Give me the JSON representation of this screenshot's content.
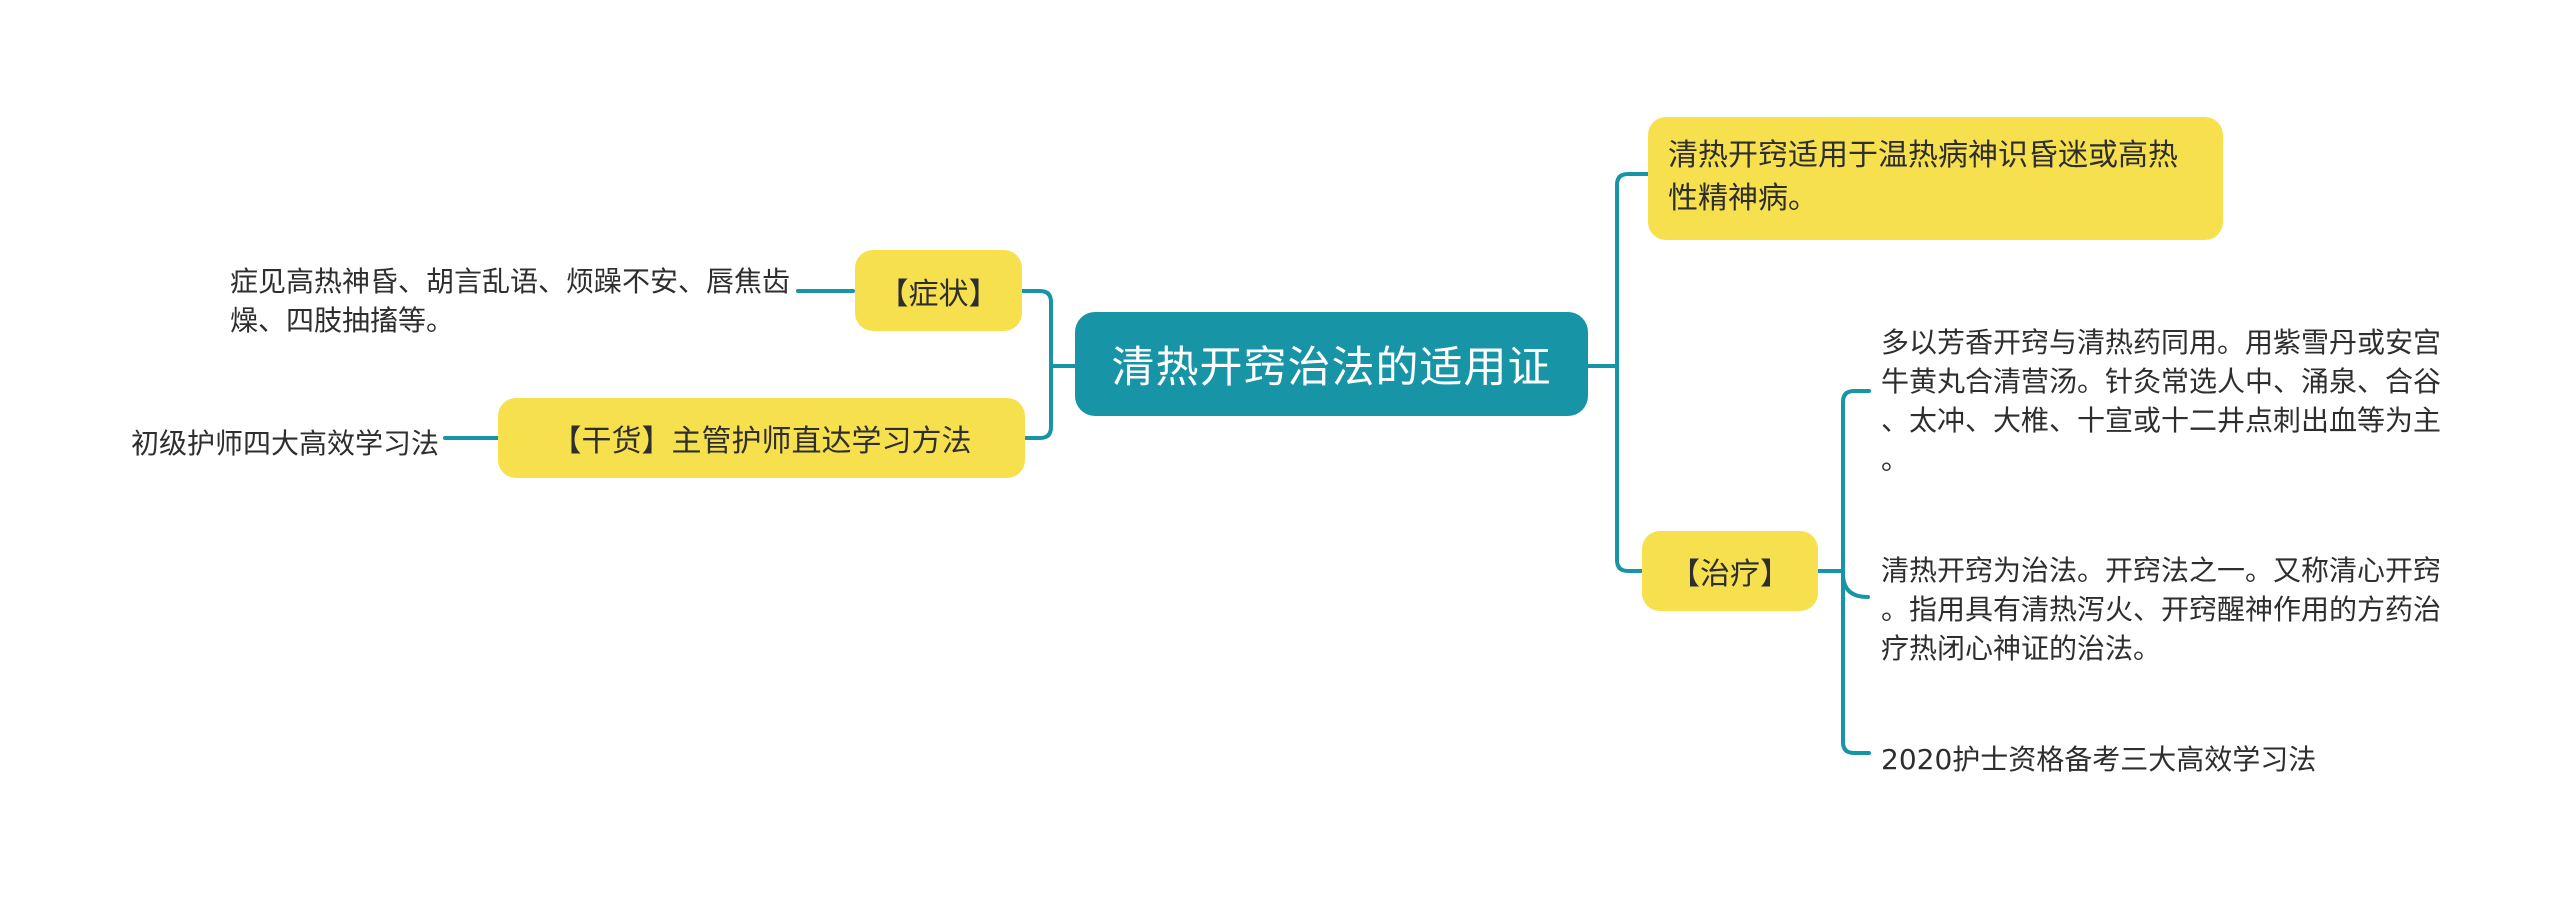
{
  "colors": {
    "teal": "#1795a6",
    "yellow": "#f7e04e",
    "text_dark": "#2e2e2e",
    "root_text": "#ffffff",
    "background": "#ffffff"
  },
  "root": {
    "label": "清热开窍治法的适用证"
  },
  "left_branch": {
    "symptom_node": {
      "label": "【症状】"
    },
    "symptom_note": {
      "text": "症见高热神昏、胡言乱语、烦躁不安、唇焦齿燥、四肢抽搐等。"
    },
    "method_node": {
      "label": "【干货】主管护师直达学习方法"
    },
    "method_note": {
      "text": "初级护师四大高效学习法"
    }
  },
  "right_branch": {
    "indication_node": {
      "text": "清热开窍适用于温热病神识昏迷或高热性精神病。"
    },
    "treatment_node": {
      "label": "【治疗】"
    },
    "treatment_notes": [
      {
        "text": "多以芳香开窍与清热药同用。用紫雪丹或安宫牛黄丸合清营汤。针灸常选人中、涌泉、合谷、太冲、大椎、十宣或十二井点刺出血等为主。"
      },
      {
        "text": "清热开窍为治法。开窍法之一。又称清心开窍。指用具有清热泻火、开窍醒神作用的方药治疗热闭心神证的治法。"
      },
      {
        "text": "2020护士资格备考三大高效学习法"
      }
    ]
  }
}
